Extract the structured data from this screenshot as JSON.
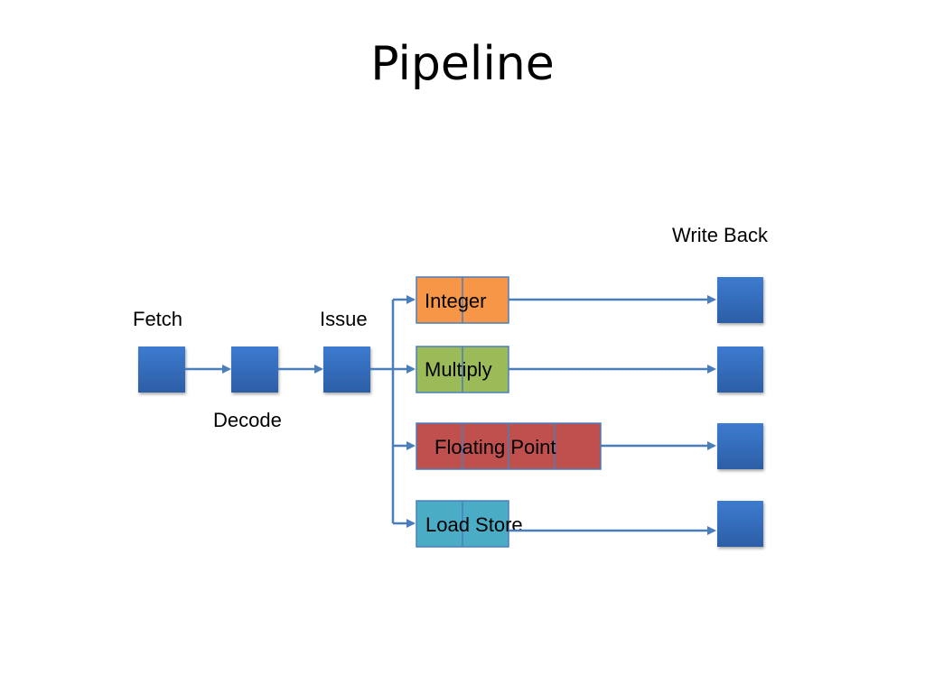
{
  "title": "Pipeline",
  "colors": {
    "stage_box": "#3b74c4",
    "stage_box_dark": "#2d5f9f",
    "arrow": "#4a7ebb",
    "integer": "#f79646",
    "multiply": "#9bbb59",
    "floating_point": "#c0504d",
    "load_store": "#4bacc6",
    "divider": "#4a7ebb"
  },
  "stages": {
    "fetch": "Fetch",
    "decode": "Decode",
    "issue": "Issue",
    "write_back": "Write Back"
  },
  "units": {
    "integer": "Integer",
    "multiply": "Multiply",
    "floating_point": "Floating Point",
    "load_store": "Load Store"
  }
}
